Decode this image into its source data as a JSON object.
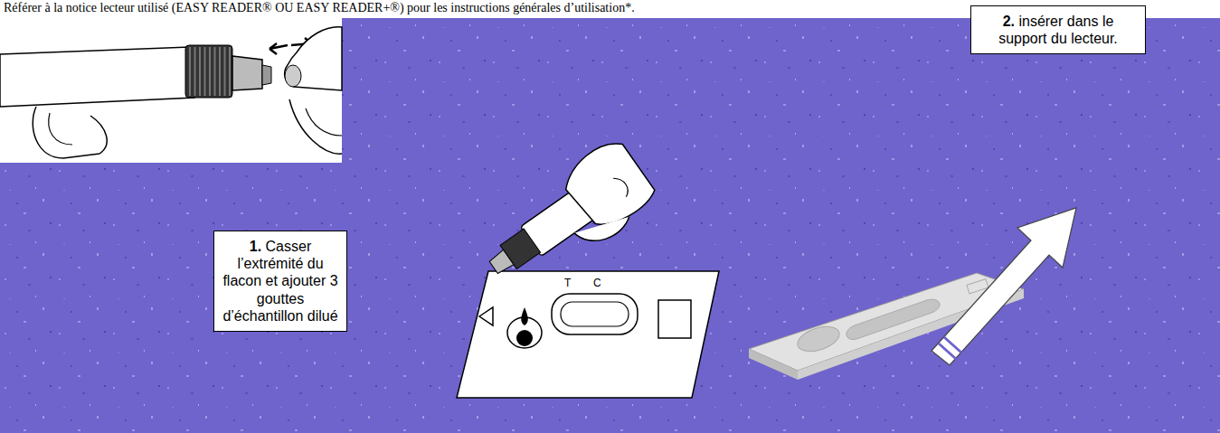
{
  "diagram": {
    "nodes": [
      {
        "text": [
          "1.",
          "Casser l’extrémité du flacon et ajouter 3 gouttes d’échantillon dilué"
        ]
      },
      {
        "text": [
          "2.",
          "insérer dans le support du lecteur."
        ]
      }
    ],
    "labels": [
      "Référer à la notice lecteur utilisé (EASY READER® OU EASY READER+®) pour les instructions générales d’utilisation*.",
      "T",
      "C"
    ]
  }
}
